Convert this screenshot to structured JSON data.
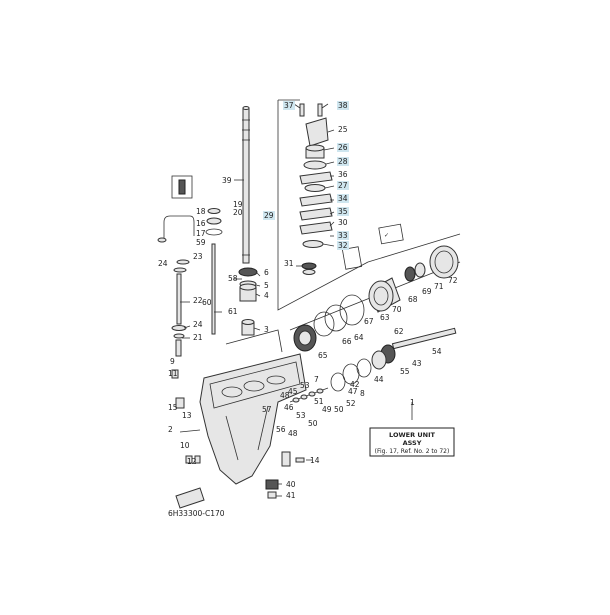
{
  "figure_code": "6H33300-C170",
  "assy_box": {
    "line1": "LOWER UNIT",
    "line2": "ASSY",
    "line3": "(Fig. 17, Ref. No. 2 to 72)",
    "ref": "1"
  },
  "callouts": [
    {
      "num": "37",
      "hl": true
    },
    {
      "num": "38",
      "hl": true
    },
    {
      "num": "25",
      "hl": false
    },
    {
      "num": "26",
      "hl": true
    },
    {
      "num": "28",
      "hl": true
    },
    {
      "num": "36",
      "hl": false
    },
    {
      "num": "27",
      "hl": true
    },
    {
      "num": "34",
      "hl": true
    },
    {
      "num": "35",
      "hl": true
    },
    {
      "num": "30",
      "hl": false
    },
    {
      "num": "33",
      "hl": true
    },
    {
      "num": "32",
      "hl": true
    },
    {
      "num": "31",
      "hl": false
    },
    {
      "num": "39",
      "hl": false
    },
    {
      "num": "29",
      "hl": true
    },
    {
      "num": "19",
      "hl": false
    },
    {
      "num": "20",
      "hl": false
    },
    {
      "num": "18",
      "hl": false
    },
    {
      "num": "16",
      "hl": false
    },
    {
      "num": "17",
      "hl": false
    },
    {
      "num": "59",
      "hl": false
    },
    {
      "num": "23",
      "hl": false
    },
    {
      "num": "24",
      "hl": false
    },
    {
      "num": "22",
      "hl": false
    },
    {
      "num": "24",
      "hl": false
    },
    {
      "num": "21",
      "hl": false
    },
    {
      "num": "58",
      "hl": false
    },
    {
      "num": "60",
      "hl": false
    },
    {
      "num": "61",
      "hl": false
    },
    {
      "num": "6",
      "hl": false
    },
    {
      "num": "5",
      "hl": false
    },
    {
      "num": "4",
      "hl": false
    },
    {
      "num": "3",
      "hl": false
    },
    {
      "num": "9",
      "hl": false
    },
    {
      "num": "11",
      "hl": false
    },
    {
      "num": "15",
      "hl": false
    },
    {
      "num": "13",
      "hl": false
    },
    {
      "num": "2",
      "hl": false
    },
    {
      "num": "10",
      "hl": false
    },
    {
      "num": "12",
      "hl": false
    },
    {
      "num": "14",
      "hl": false
    },
    {
      "num": "40",
      "hl": false
    },
    {
      "num": "41",
      "hl": false
    },
    {
      "num": "72",
      "hl": false
    },
    {
      "num": "71",
      "hl": false
    },
    {
      "num": "69",
      "hl": false
    },
    {
      "num": "68",
      "hl": false
    },
    {
      "num": "70",
      "hl": false
    },
    {
      "num": "63",
      "hl": false
    },
    {
      "num": "67",
      "hl": false
    },
    {
      "num": "64",
      "hl": false
    },
    {
      "num": "66",
      "hl": false
    },
    {
      "num": "65",
      "hl": false
    },
    {
      "num": "62",
      "hl": false
    },
    {
      "num": "54",
      "hl": false
    },
    {
      "num": "43",
      "hl": false
    },
    {
      "num": "55",
      "hl": false
    },
    {
      "num": "44",
      "hl": false
    },
    {
      "num": "42",
      "hl": false
    },
    {
      "num": "8",
      "hl": false
    },
    {
      "num": "7",
      "hl": false
    },
    {
      "num": "52",
      "hl": false
    },
    {
      "num": "47",
      "hl": false
    },
    {
      "num": "53",
      "hl": false
    },
    {
      "num": "50",
      "hl": false
    },
    {
      "num": "49",
      "hl": false
    },
    {
      "num": "51",
      "hl": false
    },
    {
      "num": "57",
      "hl": false
    },
    {
      "num": "45",
      "hl": false
    },
    {
      "num": "48",
      "hl": false
    },
    {
      "num": "46",
      "hl": false
    },
    {
      "num": "53",
      "hl": false
    },
    {
      "num": "50",
      "hl": false
    },
    {
      "num": "56",
      "hl": false
    },
    {
      "num": "48",
      "hl": false
    },
    {
      "num": "1",
      "hl": false
    }
  ]
}
